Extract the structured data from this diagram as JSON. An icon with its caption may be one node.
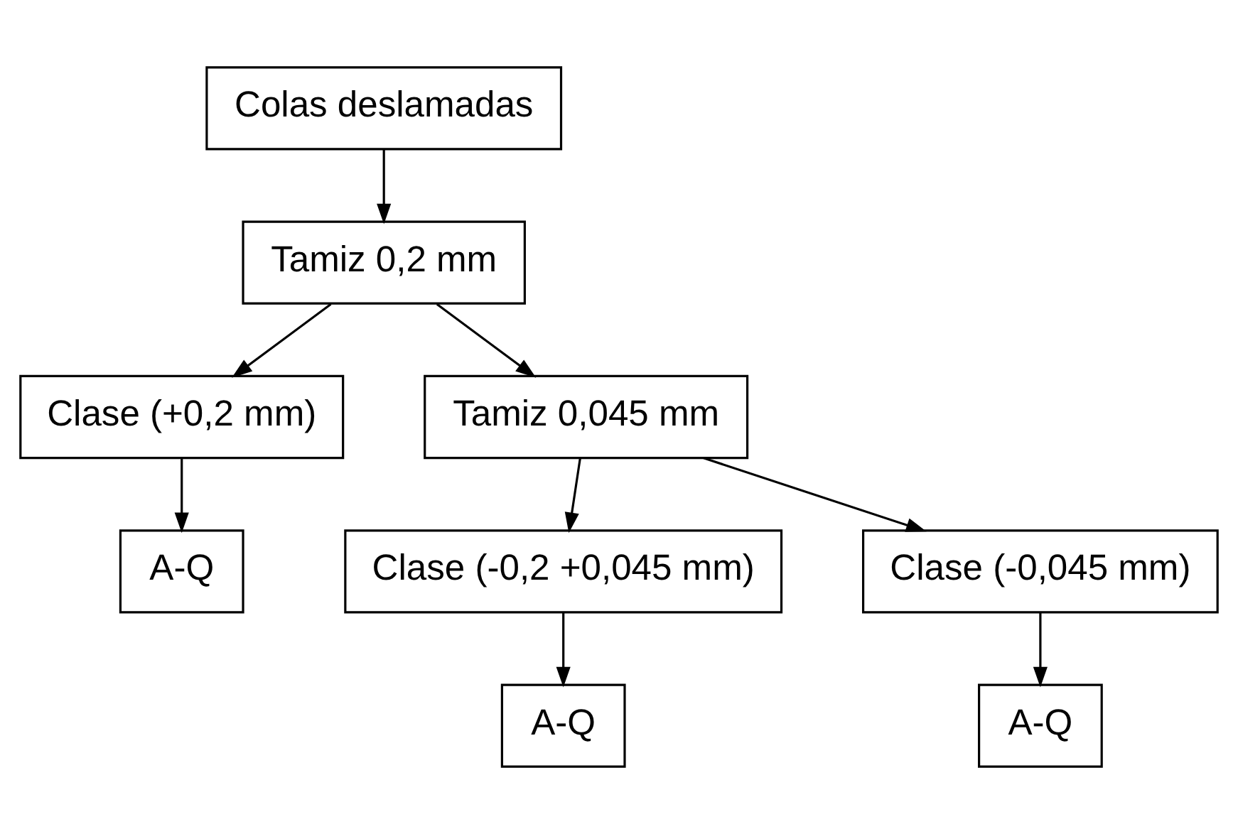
{
  "diagram": {
    "nodes": [
      {
        "text": [
          "Colas deslamadas"
        ]
      },
      {
        "text": [
          "Tamiz 0,2 mm"
        ]
      },
      {
        "text": [
          "Clase (+0,2 mm)"
        ]
      },
      {
        "text": [
          "Tamiz 0,045 mm"
        ]
      },
      {
        "text": [
          "A-Q"
        ]
      },
      {
        "text": [
          "Clase (-0,2 +0,045 mm)"
        ]
      },
      {
        "text": [
          "Clase (-0,045 mm)"
        ]
      },
      {
        "text": [
          "A-Q"
        ]
      },
      {
        "text": [
          "A-Q"
        ]
      }
    ],
    "edges": [
      {
        "from": 0,
        "to": 1,
        "arrow": "to"
      },
      {
        "from": 1,
        "to": 2,
        "arrow": "to"
      },
      {
        "from": 1,
        "to": 3,
        "arrow": "to"
      },
      {
        "from": 2,
        "to": 4,
        "arrow": "to"
      },
      {
        "from": 3,
        "to": 5,
        "arrow": "to"
      },
      {
        "from": 3,
        "to": 6,
        "arrow": "to"
      },
      {
        "from": 5,
        "to": 7,
        "arrow": "to"
      },
      {
        "from": 6,
        "to": 8,
        "arrow": "to"
      }
    ]
  }
}
